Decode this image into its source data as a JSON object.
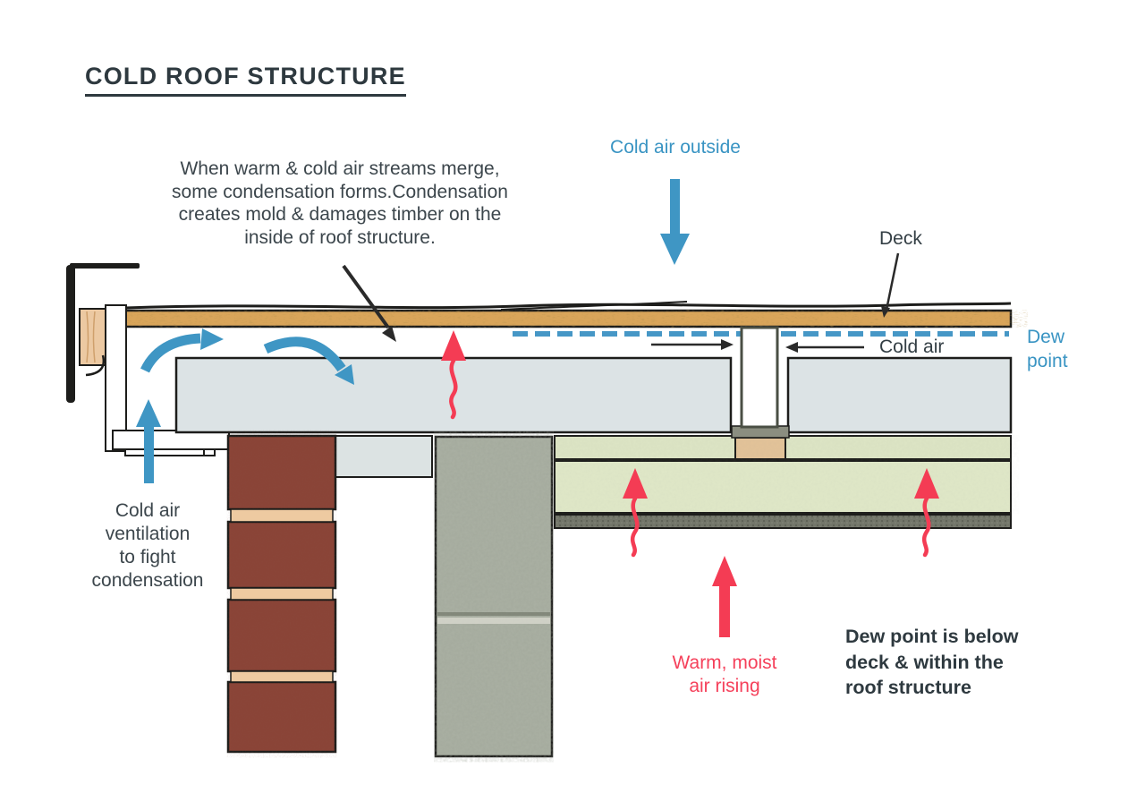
{
  "title": "COLD ROOF STRUCTURE",
  "annotations": {
    "condensation_note": "When warm & cold air streams merge,\nsome condensation forms.Condensation\ncreates mold & damages timber on the\ninside of roof structure.",
    "cold_air_outside": "Cold air outside",
    "deck": "Deck",
    "dew_point": "Dew\npoint",
    "cold_air": "Cold air",
    "ventilation_note": "Cold air\nventilation\nto fight\ncondensation",
    "warm_air": "Warm, moist\nair rising",
    "dew_point_note": "Dew point is below\ndeck & within the\nroof structure"
  },
  "colors": {
    "accent_blue": "#3994c3",
    "accent_red": "#f43c54",
    "text_dark": "#333e44",
    "deck_wood": "#d9a55a",
    "insulation_gray": "#dce3e5",
    "insulation_green_top": "#dce4c4",
    "insulation_green_bottom": "#dfe7c7",
    "ceiling_strip": "#73766a",
    "brick_red": "#8a4437",
    "mortar": "#eecaa1",
    "concrete": "#a9afa2",
    "wood_blocking": "#e2c298",
    "outline": "#1d1d1b"
  }
}
